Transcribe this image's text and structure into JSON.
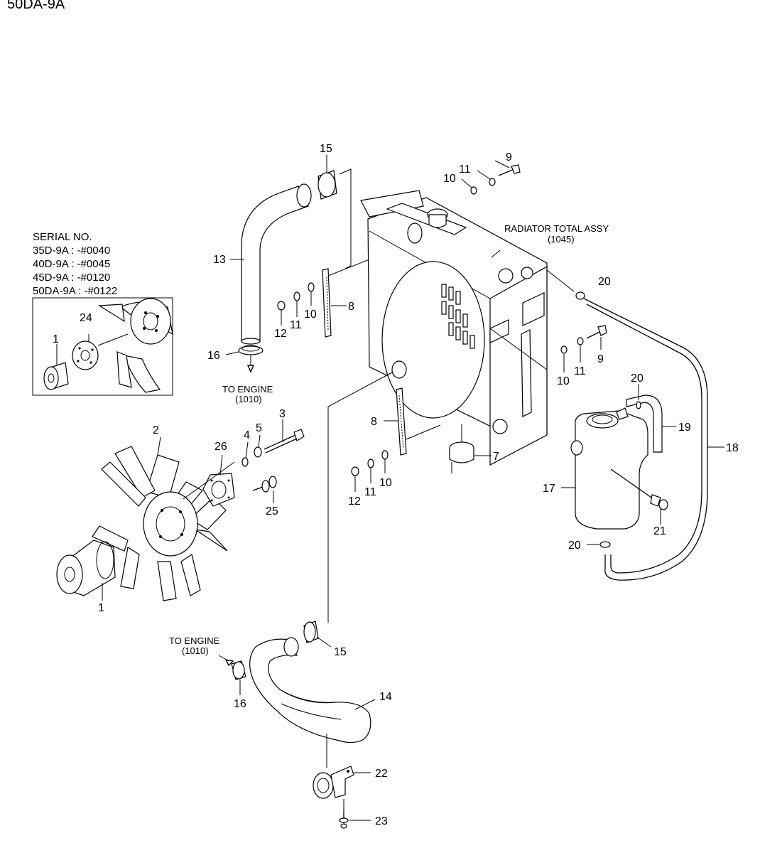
{
  "header": {
    "model_title": "50DA-9A"
  },
  "serial_box": {
    "title": "SERIAL NO.",
    "lines": [
      "35D-9A : -#0040",
      "40D-9A : -#0045",
      "45D-9A : -#0120",
      "50DA-9A : -#0122"
    ]
  },
  "assembly_label": {
    "name": "RADIATOR TOTAL ASSY",
    "code": "(1045)"
  },
  "engine_notes": [
    {
      "text": "TO ENGINE",
      "code": "(1010)"
    },
    {
      "text": "TO ENGINE",
      "code": "(1010)"
    }
  ],
  "callouts": {
    "p1_inset": "1",
    "p24": "24",
    "p2": "2",
    "p3": "3",
    "p4": "4",
    "p5": "5",
    "p26": "26",
    "p25": "25",
    "p1": "1",
    "p13": "13",
    "p15_top": "15",
    "p16_top": "16",
    "p12_a": "12",
    "p11_a": "11",
    "p10_a": "10",
    "p8_a": "8",
    "p9_top": "9",
    "p11_top": "11",
    "p10_top": "10",
    "p20_a": "20",
    "p9_mid": "9",
    "p11_mid": "11",
    "p10_mid": "10",
    "p8_b": "8",
    "p7": "7",
    "p12_b": "12",
    "p11_b": "11",
    "p10_b": "10",
    "p20_b": "20",
    "p19": "19",
    "p18": "18",
    "p17": "17",
    "p21": "21",
    "p20_c": "20",
    "p15_bot": "15",
    "p16_bot": "16",
    "p14": "14",
    "p22": "22",
    "p23": "23"
  }
}
